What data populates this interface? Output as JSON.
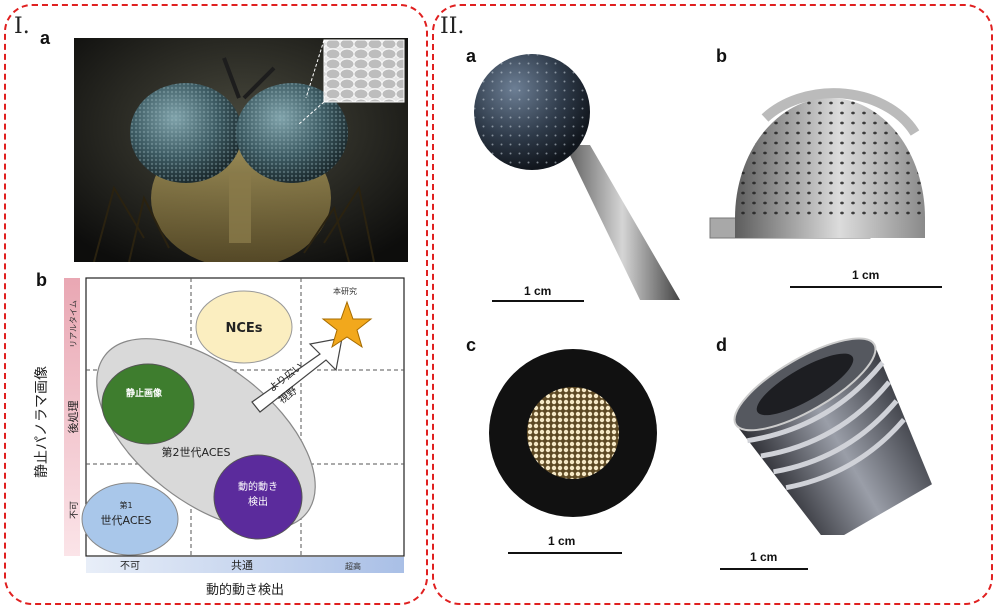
{
  "panels": {
    "left": {
      "label": "I.",
      "sub_a": "a",
      "sub_b": "b",
      "chart": {
        "y_title": "静止パノラマ画像",
        "y_levels": [
          "リアルタイム",
          "後処理",
          "不可"
        ],
        "x_title": "動的動き検出",
        "x_levels": [
          "不可",
          "共通",
          "超高"
        ],
        "star_label": "本研究",
        "arrow_text_1": "より広い",
        "arrow_text_2": "視野",
        "ellipses": {
          "nces": "NCEs",
          "static": "静止画像",
          "gen2": "第2世代ACES",
          "dynamic_1": "動的動き",
          "dynamic_2": "検出",
          "gen1_1": "第1",
          "gen1_2": "世代ACES"
        },
        "colors": {
          "nces": "#fbeec0",
          "static": "#3e7d2e",
          "gen2": "#d9d9d9",
          "dynamic": "#5b2b9c",
          "gen1": "#a9c7ea",
          "star": "#f2a81c"
        }
      }
    },
    "right": {
      "label": "II.",
      "sub_a": "a",
      "sub_b": "b",
      "sub_c": "c",
      "sub_d": "d",
      "scale_a": "1 cm",
      "scale_b": "1 cm",
      "scale_c": "1 cm",
      "scale_d": "1 cm"
    }
  }
}
